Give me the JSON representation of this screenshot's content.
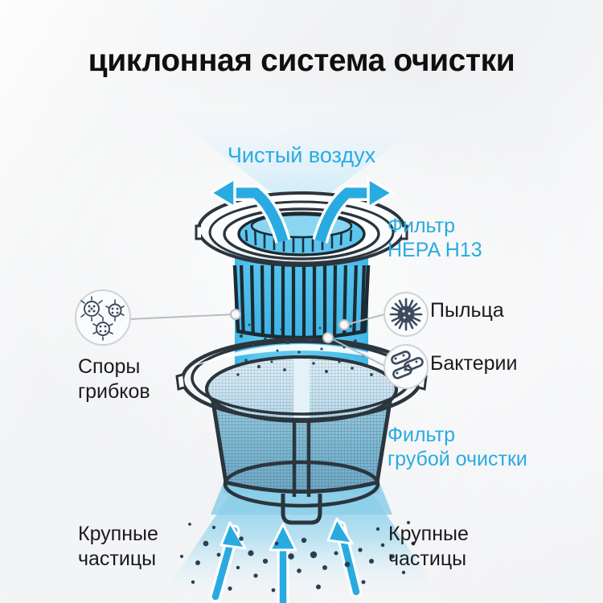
{
  "page": {
    "title": "циклонная система очистки",
    "background_color": "#f6f7f8",
    "accent_color": "#29ABE2",
    "text_color": "#1b1b1d",
    "icon_color": "#3c4a5e"
  },
  "labels": {
    "clean_air": "Чистый воздух",
    "hepa_filter": "Фильтр\nHEPA H13",
    "coarse_filter": "Фильтр\nгрубой очистки",
    "fungal_spores": "Споры\nгрибков",
    "pollen": "Пыльца",
    "bacteria": "Бактерии",
    "large_particles_left": "Крупные\nчастицы",
    "large_particles_right": "Крупные\nчастицы"
  },
  "icons": {
    "spores": "fungal-spores-icon",
    "pollen": "pollen-grain-icon",
    "bacteria": "bacteria-rods-icon",
    "arrow_out_left": "arrow-curved-left-icon",
    "arrow_out_right": "arrow-curved-right-icon",
    "intake_arrows": [
      "arrow-up-icon",
      "arrow-up-icon",
      "arrow-up-icon"
    ]
  },
  "diagram": {
    "type": "cutaway-illustration",
    "airflow_direction": "bottom-to-top",
    "stages": [
      {
        "name": "intake",
        "label": "Крупные частицы",
        "order": 1
      },
      {
        "name": "coarse-filter",
        "label": "Фильтр грубой очистки",
        "order": 2
      },
      {
        "name": "hepa-filter",
        "label": "Фильтр HEPA H13",
        "order": 3
      },
      {
        "name": "outlet",
        "label": "Чистый воздух",
        "order": 4
      }
    ],
    "captured_contaminants": [
      "Споры грибков",
      "Пыльца",
      "Бактерии",
      "Крупные частицы"
    ]
  }
}
